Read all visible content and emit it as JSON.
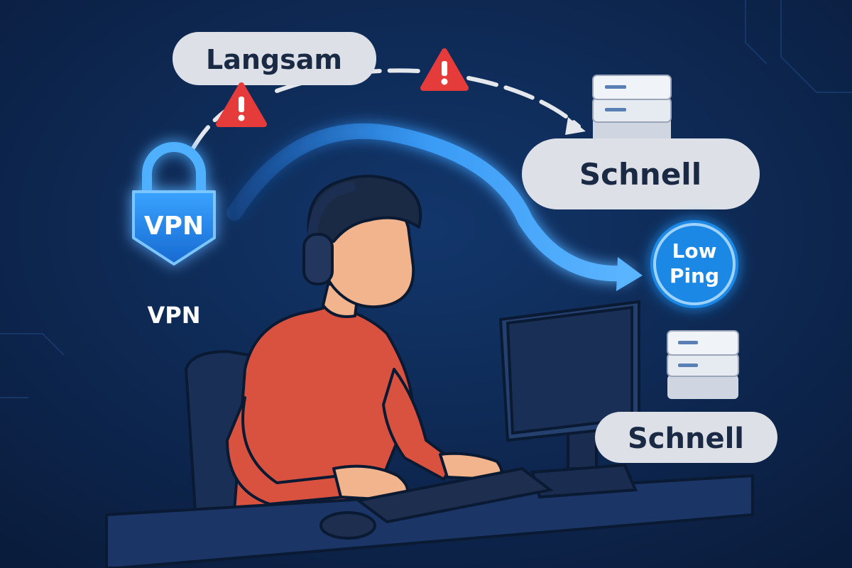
{
  "labels": {
    "slow": "Langsam",
    "fast_top": "Schnell",
    "fast_bottom": "Schnell",
    "low_ping_line1": "Low",
    "low_ping_line2": "Ping",
    "vpn_shield": "VPN",
    "vpn_caption": "VPN"
  },
  "colors": {
    "background": "#0d2a55",
    "pill": "#dde1e7",
    "warning": "#e53b3b",
    "accent_blue": "#1e88e5",
    "shirt": "#d9513f"
  },
  "icons": [
    "warning-icon",
    "warning-icon",
    "server-icon",
    "server-icon",
    "lock-icon",
    "headphones-icon"
  ]
}
